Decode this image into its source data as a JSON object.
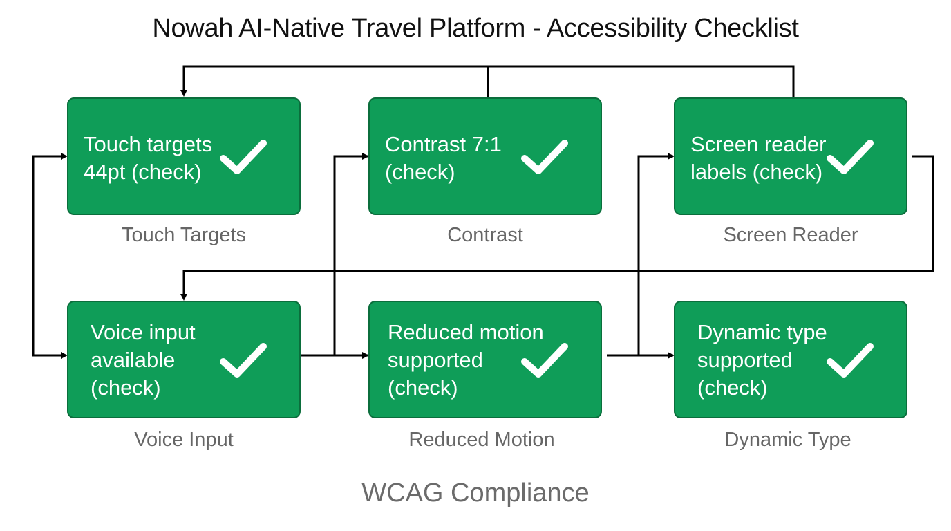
{
  "title": "Nowah AI-Native Travel Platform - Accessibility Checklist",
  "footer": "WCAG Compliance",
  "colors": {
    "node_fill": "#0f9d58",
    "node_border": "#0b6e3c",
    "caption": "#666666",
    "arrow": "#000000"
  },
  "icons": {
    "status": "checkmark-icon"
  },
  "nodes": [
    {
      "id": "touch-targets",
      "text": "Touch targets\n44pt (check)",
      "caption": "Touch Targets"
    },
    {
      "id": "contrast",
      "text": "Contrast 7:1\n(check)",
      "caption": "Contrast"
    },
    {
      "id": "screen-reader",
      "text": "Screen reader\nlabels (check)",
      "caption": "Screen Reader"
    },
    {
      "id": "voice-input",
      "text": "Voice input\navailable\n(check)",
      "caption": "Voice Input"
    },
    {
      "id": "reduced-motion",
      "text": "Reduced motion\nsupported\n(check)",
      "caption": "Reduced Motion"
    },
    {
      "id": "dynamic-type",
      "text": "Dynamic type\nsupported\n(check)",
      "caption": "Dynamic Type"
    }
  ],
  "edges": [
    {
      "from": "contrast",
      "to": "touch-targets"
    },
    {
      "from": "screen-reader",
      "to": "touch-targets"
    },
    {
      "from": "screen-reader",
      "to": "voice-input"
    },
    {
      "from": "voice-input",
      "to": "touch-targets"
    },
    {
      "from": "touch-targets",
      "to": "voice-input"
    },
    {
      "from": "voice-input",
      "to": "reduced-motion"
    },
    {
      "from": "voice-input",
      "to": "contrast"
    },
    {
      "from": "reduced-motion",
      "to": "dynamic-type"
    },
    {
      "from": "reduced-motion",
      "to": "screen-reader"
    }
  ]
}
